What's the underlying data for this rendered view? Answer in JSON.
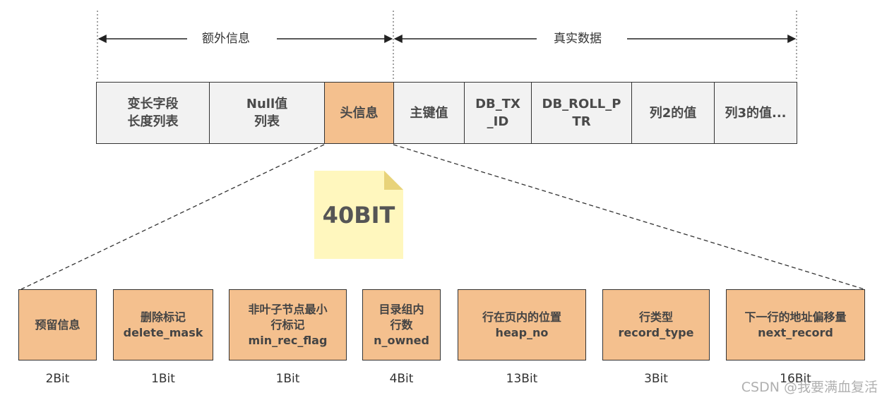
{
  "spans": {
    "extra_info": "额外信息",
    "real_data": "真实数据"
  },
  "row_cells": [
    {
      "label": "变长字段\n长度列表"
    },
    {
      "label": "Null值\n列表"
    },
    {
      "label": "头信息"
    },
    {
      "label": "主键值"
    },
    {
      "label": "DB_TX\n_ID"
    },
    {
      "label": "DB_ROLL_P\nTR"
    },
    {
      "label": "列2的值"
    },
    {
      "label": "列3的值..."
    }
  ],
  "header_size_note": "40BIT",
  "header_fields": [
    {
      "label": "预留信息",
      "bits": "2Bit"
    },
    {
      "label": "删除标记\ndelete_mask",
      "bits": "1Bit"
    },
    {
      "label": "非叶子节点最小\n行标记\nmin_rec_flag",
      "bits": "1Bit"
    },
    {
      "label": "目录组内\n行数\nn_owned",
      "bits": "4Bit"
    },
    {
      "label": "行在页内的位置\nheap_no",
      "bits": "13Bit"
    },
    {
      "label": "行类型\nrecord_type",
      "bits": "3Bit"
    },
    {
      "label": "下一行的地址偏移量\nnext_record",
      "bits": "16Bit"
    }
  ],
  "watermark": "CSDN @我要满血复活",
  "colors": {
    "header_fill": "#f4c08e",
    "cell_fill": "#f2f2f2",
    "note_fill": "#fff7be",
    "border": "#333333"
  }
}
